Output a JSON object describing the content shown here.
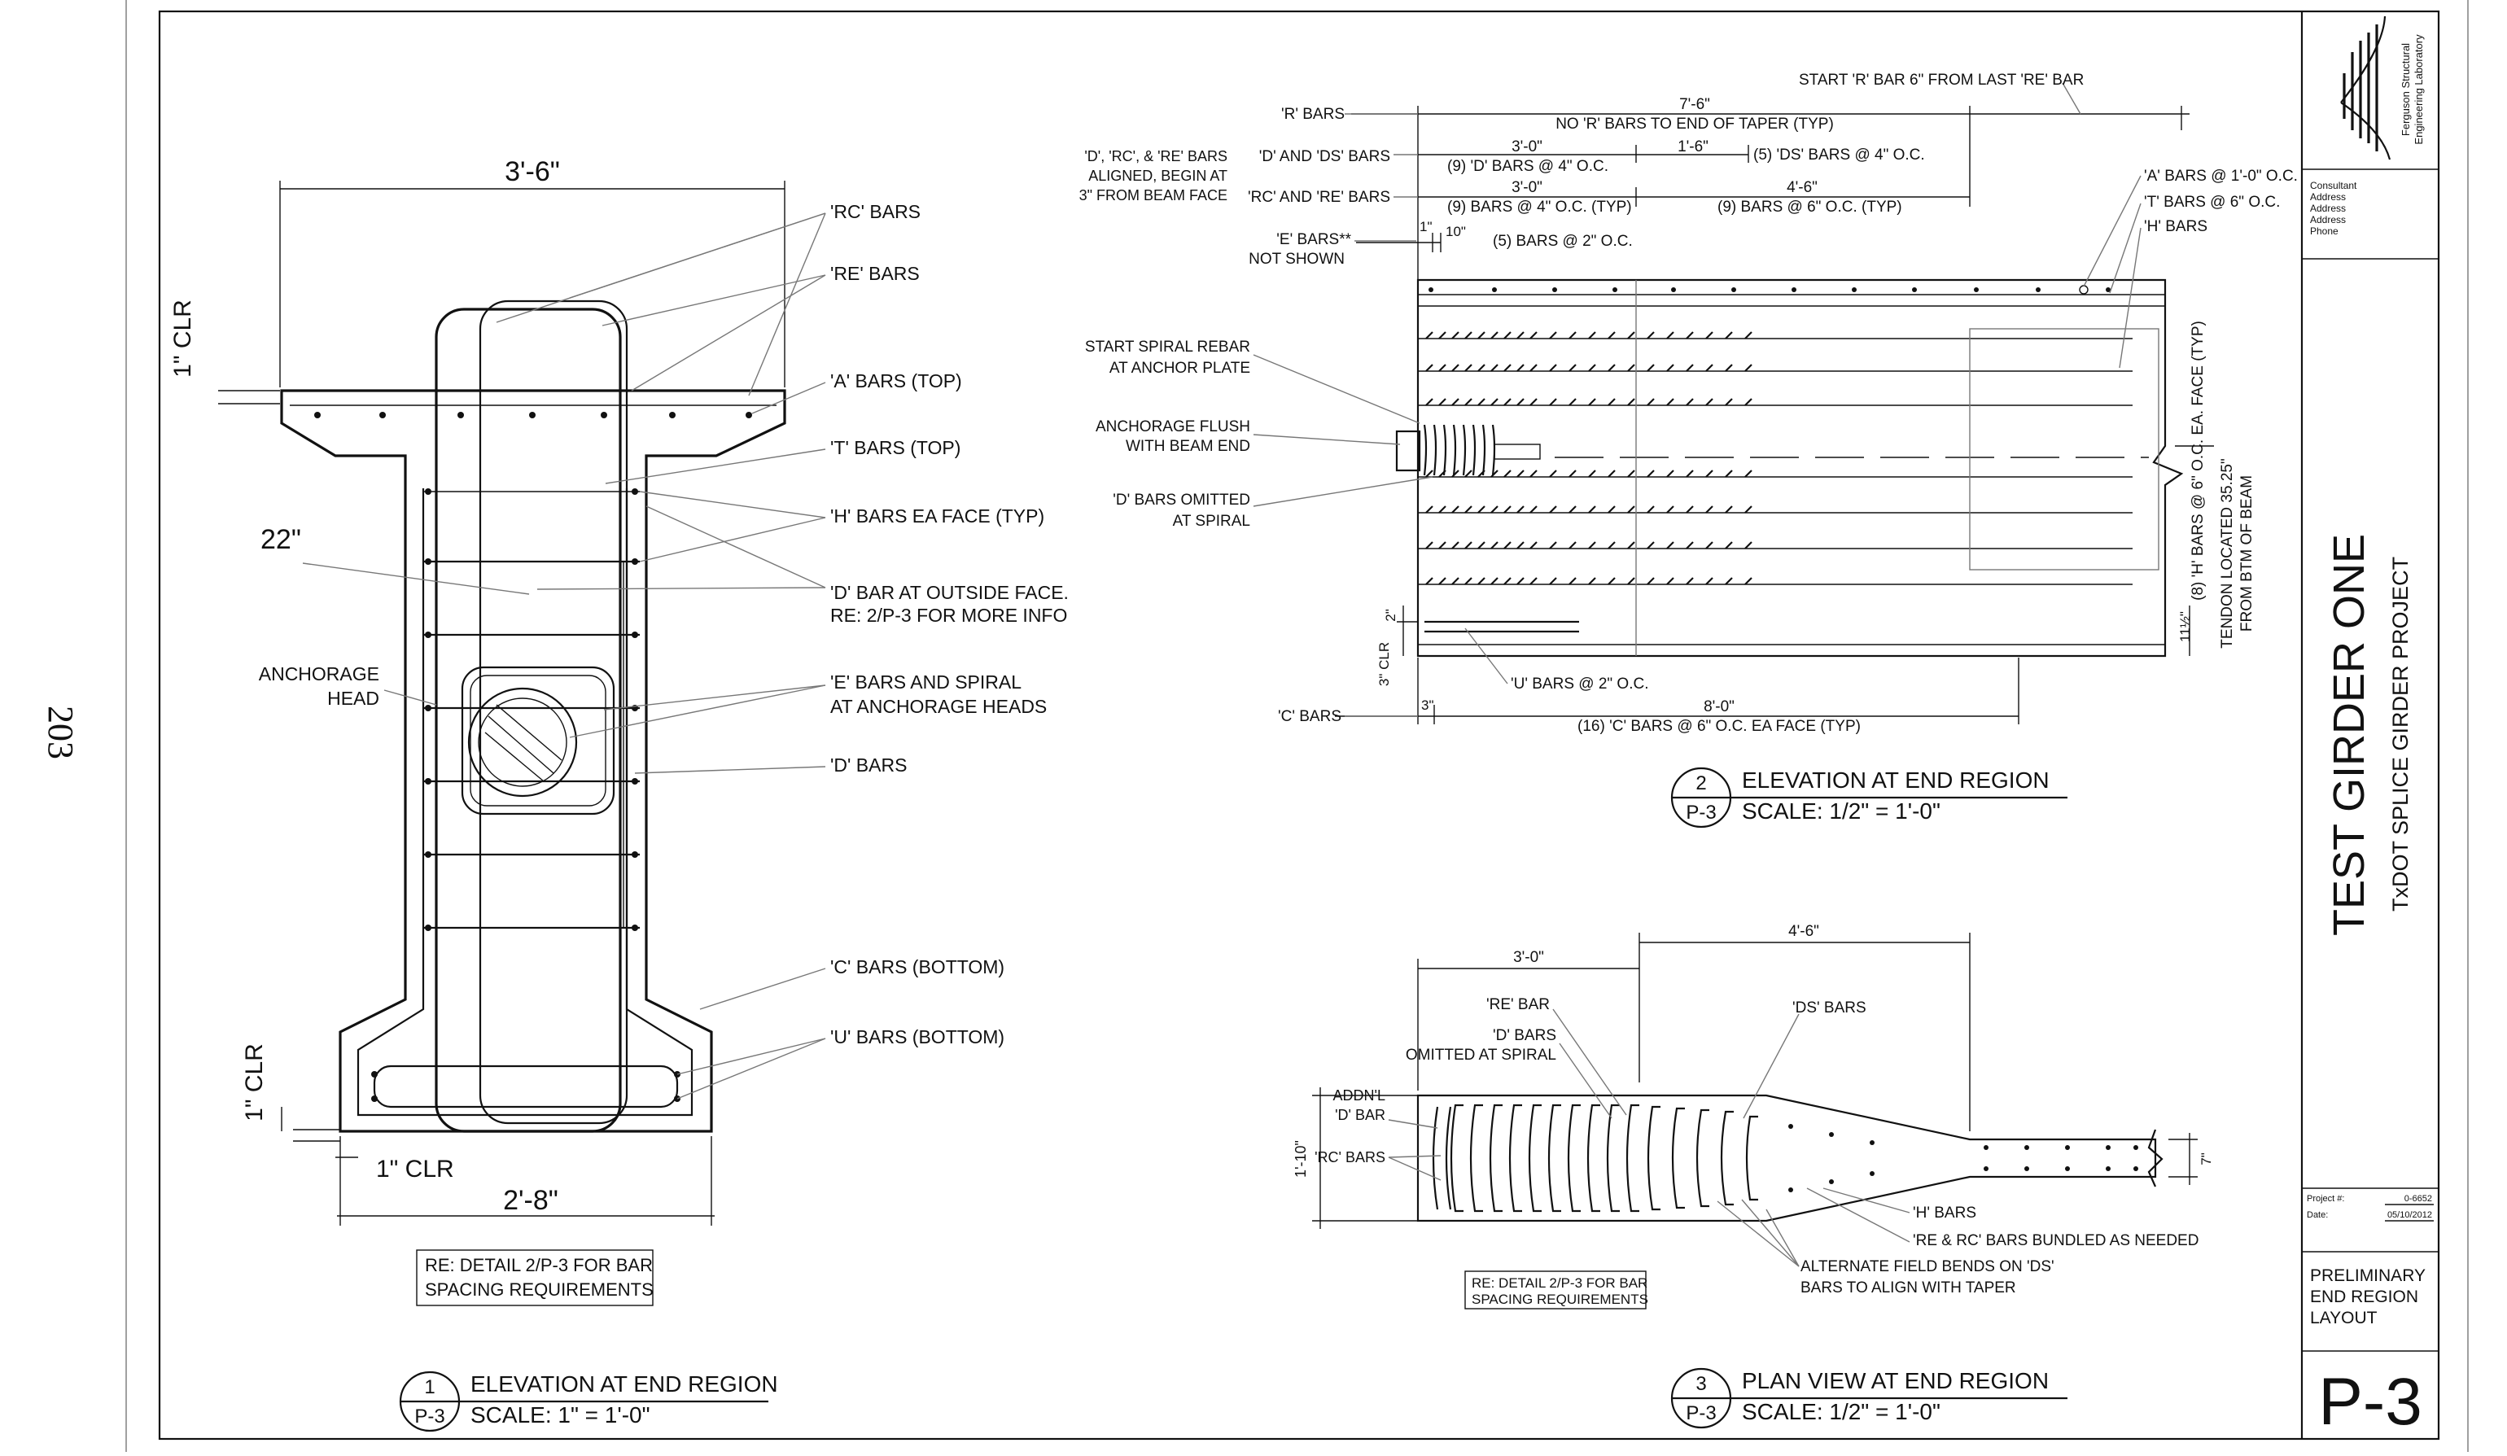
{
  "page_number": "203",
  "title_block": {
    "logo_text": [
      "Ferguson Structural",
      "Engineering Laboratory"
    ],
    "consultant": [
      "Consultant",
      "Address",
      "Address",
      "Address",
      "Phone"
    ],
    "project_label": "Project #:",
    "project_value": "0-6652",
    "date_label": "Date:",
    "date_value": "05/10/2012",
    "drawing_title": "TEST GIRDER ONE",
    "project_name": "TxDOT SPLICE GIRDER PROJECT",
    "sheet_desc": [
      "PRELIMINARY",
      "END REGION",
      "LAYOUT"
    ],
    "sheet_number": "P-3"
  },
  "detail1": {
    "num": "1",
    "ref": "P-3",
    "title": "ELEVATION AT END REGION",
    "scale": "SCALE: 1\" = 1'-0\"",
    "dims": {
      "top_width": "3'-6\"",
      "top_clr": "1\" CLR",
      "web_depth": "22\"",
      "bot_clr_v": "1\" CLR",
      "bot_clr_h": "1\" CLR",
      "bot_width": "2'-8\""
    },
    "labels": {
      "rc": "'RC' BARS",
      "re": "'RE' BARS",
      "a_top": "'A' BARS (TOP)",
      "t_top": "'T' BARS (TOP)",
      "h_ea": "'H' BARS EA FACE (TYP)",
      "d_out_1": "'D' BAR AT OUTSIDE FACE.",
      "d_out_2": "RE: 2/P-3 FOR MORE INFO",
      "e_spiral_1": "'E' BARS AND SPIRAL",
      "e_spiral_2": "AT ANCHORAGE HEADS",
      "d_bars": "'D' BARS",
      "c_bot": "'C' BARS (BOTTOM)",
      "u_bot": "'U' BARS (BOTTOM)",
      "anch_1": "ANCHORAGE",
      "anch_2": "HEAD"
    },
    "note": [
      "RE: DETAIL 2/P-3 FOR BAR",
      "SPACING REQUIREMENTS"
    ]
  },
  "detail2": {
    "num": "2",
    "ref": "P-3",
    "title": "ELEVATION AT END REGION",
    "scale": "SCALE: 1/2\" = 1'-0\"",
    "labels": {
      "start_r": "START 'R' BAR 6\" FROM LAST 'RE' BAR",
      "r_bars": "'R' BARS",
      "len_76": "7'-6\"",
      "no_r": "NO 'R' BARS TO END OF TAPER (TYP)",
      "aligned_1": "'D', 'RC', & 'RE' BARS",
      "aligned_2": "ALIGNED, BEGIN AT",
      "aligned_3": "3\" FROM BEAM FACE",
      "d_ds": "'D' AND 'DS' BARS",
      "d30": "3'-0\"",
      "d16": "1'-6\"",
      "nine_d": "(9) 'D' BARS @ 4\" O.C.",
      "five_ds": "(5) 'DS' BARS @ 4\" O.C.",
      "rc_re": "'RC' AND 'RE' BARS",
      "rc30": "3'-0\"",
      "rc46": "4'-6\"",
      "nine_4": "(9) BARS @ 4\" O.C. (TYP)",
      "nine_6": "(9) BARS @ 6\" O.C. (TYP)",
      "e_bars": "'E' BARS**",
      "not_shown": "NOT SHOWN",
      "one_in": "1\"",
      "ten_in": "10\"",
      "five_e": "(5) BARS @ 2\" O.C.",
      "a_1ft": "'A' BARS @ 1'-0\" O.C.",
      "t_6": "'T' BARS @ 6\" O.C.",
      "h_bars": "'H' BARS",
      "start_spiral_1": "START SPIRAL REBAR",
      "start_spiral_2": "AT ANCHOR PLATE",
      "anch_flush_1": "ANCHORAGE FLUSH",
      "anch_flush_2": "WITH BEAM END",
      "d_omit_1": "'D' BARS OMITTED",
      "d_omit_2": "AT SPIRAL",
      "two_in": "2\"",
      "three_clr": "3\" CLR",
      "u_bars": "'U' BARS @ 2\" O.C.",
      "c_bars": "'C' BARS",
      "three_in": "3\"",
      "len_80": "8'-0\"",
      "sixteen_c": "(16) 'C' BARS @ 6\" O.C. EA FACE (TYP)",
      "eight_h": "(8) 'H' BARS @ 6\" O.C. EA. FACE (TYP)",
      "tendon_1": "TENDON LOCATED 35.25\"",
      "tendon_2": "FROM BTM OF BEAM",
      "eleven_half": "11½\""
    }
  },
  "detail3": {
    "num": "3",
    "ref": "P-3",
    "title": "PLAN  VIEW AT END REGION",
    "scale": "SCALE: 1/2\" = 1'-0\"",
    "labels": {
      "len_46": "4'-6\"",
      "len_30": "3'-0\"",
      "re_bar": "'RE' BAR",
      "d_bars": "'D' BARS",
      "omitted": "OMITTED AT SPIRAL",
      "ds_bars": "'DS' BARS",
      "addnl_1": "ADDN'L",
      "addnl_2": "'D' BAR",
      "width_110": "1'-10\"",
      "rc_bars": "'RC' BARS",
      "seven": "7\"",
      "h_bars": "'H' BARS",
      "bundled": "'RE & RC' BARS BUNDLED AS NEEDED",
      "alt_1": "ALTERNATE FIELD BENDS ON 'DS'",
      "alt_2": "BARS TO ALIGN WITH TAPER"
    },
    "note": [
      "RE: DETAIL 2/P-3 FOR BAR",
      "SPACING REQUIREMENTS"
    ]
  }
}
